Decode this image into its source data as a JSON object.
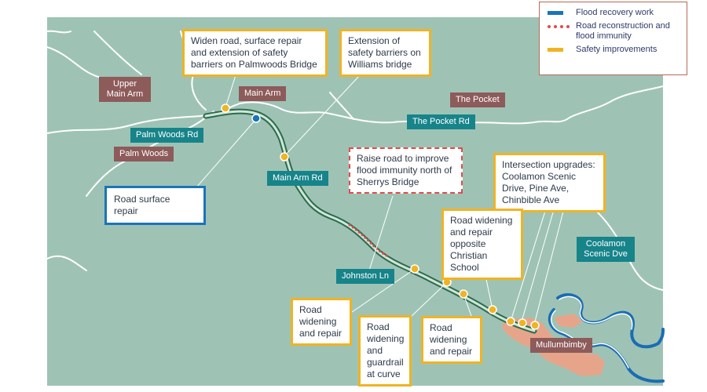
{
  "colors": {
    "map_background": "#9ec3b5",
    "river": "#ffffff",
    "river_mullumbimby": "#1a6db3",
    "route_outline": "#2d6a4f",
    "route_fill": "#cfe7d6",
    "town_area": "#e6a58a",
    "flood_recovery": "#1a74b9",
    "road_reconstruction": "#e04b4b",
    "safety": "#f0b323",
    "place_label_bg": "#8d5b5a",
    "road_label_bg": "#17848a"
  },
  "legend": {
    "items": [
      {
        "label": "Flood recovery work",
        "symbol": "blue-bar",
        "color": "#1a74b9"
      },
      {
        "label": "Road reconstruction and flood immunity",
        "symbol": "red-dots",
        "color": "#e04b4b"
      },
      {
        "label": "Safety improvements",
        "symbol": "yellow-bar",
        "color": "#f0b323"
      }
    ]
  },
  "places": {
    "upper_main_arm": "Upper Main Arm",
    "main_arm": "Main Arm",
    "the_pocket": "The Pocket",
    "palm_woods": "Palm Woods",
    "mullumbimby": "Mullumbimby"
  },
  "roads": {
    "palm_woods_rd": "Palm Woods Rd",
    "the_pocket_rd": "The Pocket Rd",
    "main_arm_rd": "Main Arm Rd",
    "johnston_ln": "Johnston Ln",
    "coolamon_scenic_dve": "Coolamon Scenic Dve"
  },
  "callouts": {
    "palmwoods_bridge": "Widen road, surface repair and extension of safety barriers on Palmwoods Bridge",
    "williams_bridge": "Extension of safety barriers on Williams bridge",
    "road_surface_repair": "Road surface repair",
    "sherrys_bridge": "Raise road to improve flood immunity north of Sherrys Bridge",
    "intersection_upgrades": "Intersection upgrades: Coolamon Scenic Drive, Pine Ave, Chinbible Ave",
    "christian_school": "Road widening and repair opposite Christian School",
    "widening_repair_1": "Road widening and repair",
    "guardrail_curve": "Road widening and guardrail at curve",
    "widening_repair_2": "Road widening and repair"
  }
}
